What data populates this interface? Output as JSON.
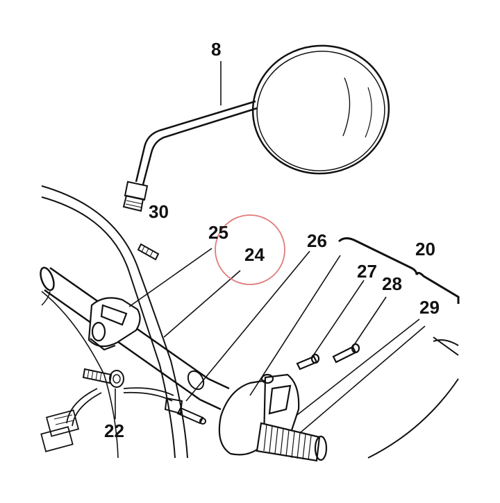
{
  "callouts": [
    {
      "id": "c8",
      "label": "8"
    },
    {
      "id": "c30",
      "label": "30"
    },
    {
      "id": "c25",
      "label": "25"
    },
    {
      "id": "c24",
      "label": "24"
    },
    {
      "id": "c26",
      "label": "26"
    },
    {
      "id": "c20",
      "label": "20"
    },
    {
      "id": "c27",
      "label": "27"
    },
    {
      "id": "c28",
      "label": "28"
    },
    {
      "id": "c29",
      "label": "29"
    },
    {
      "id": "c22",
      "label": "22"
    }
  ],
  "colors": {
    "ink": "#111111",
    "highlight_circle": "#e07a7a",
    "background": "#ffffff"
  },
  "highlighted_callout": "24"
}
